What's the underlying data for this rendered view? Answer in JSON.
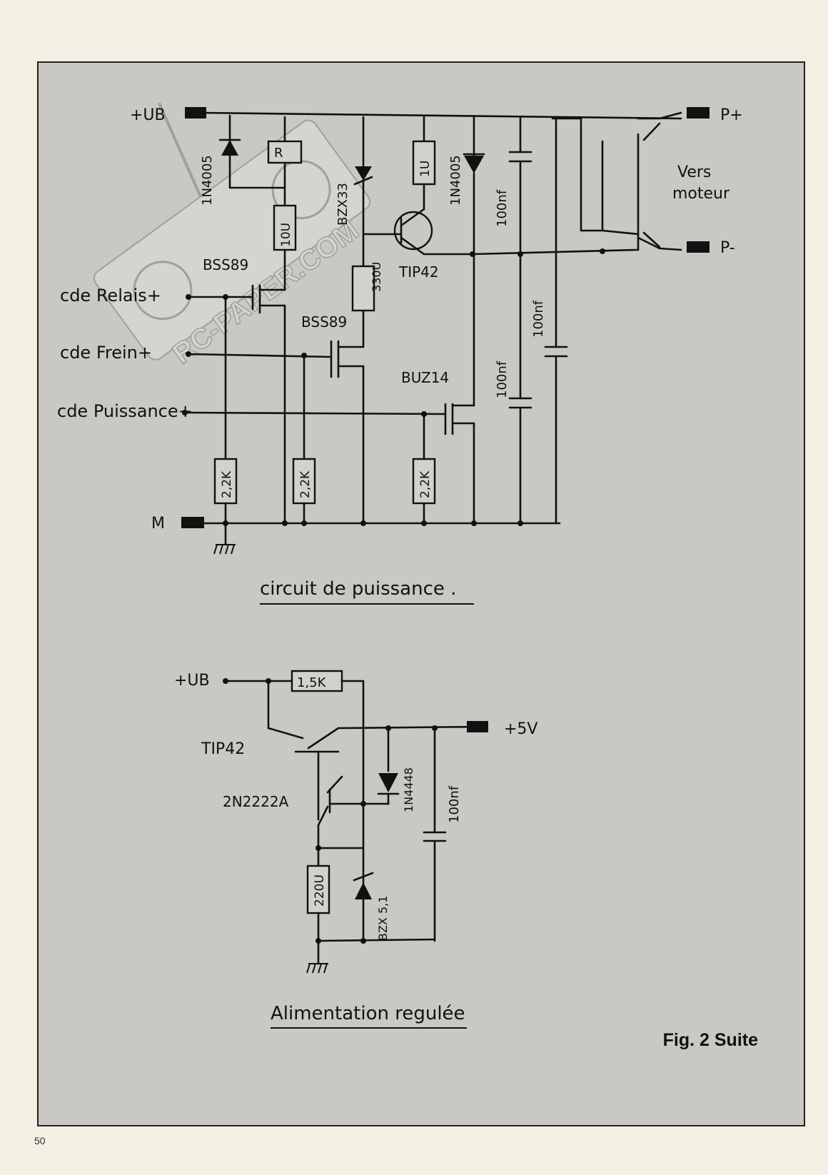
{
  "figure_caption": "Fig. 2 Suite",
  "page_number": "50",
  "watermark": {
    "text": "RC-PAPER.COM"
  },
  "power_circuit": {
    "title": "circuit de puissance .",
    "supply_label": "+UB",
    "ground_label": "M",
    "out_plus_label": "P+",
    "out_minus_label": "P-",
    "motor_label_line1": "Vers",
    "motor_label_line2": "moteur",
    "inputs": {
      "relay": "cde Relais+",
      "brake": "cde Frein+",
      "power": "cde Puissance+"
    },
    "components": {
      "d1": "1N4005",
      "relay_coil": "R",
      "r_10": "10U",
      "t_bss1": "BSS89",
      "zener": "BZX33",
      "r_1": "1U",
      "tip": "TIP42",
      "d2": "1N4005",
      "c1": "100nf",
      "r_330": "330U",
      "t_bss2": "BSS89",
      "buz": "BUZ14",
      "c2": "100nf",
      "c3": "100nf",
      "r_pd1": "2,2K",
      "r_pd2": "2,2K",
      "r_pd3": "2,2K"
    }
  },
  "regulator_circuit": {
    "title": "Alimentation regulée",
    "supply_label": "+UB",
    "out_label": "+5V",
    "components": {
      "r_15": "1,5K",
      "tip": "TIP42",
      "npn": "2N2222A",
      "diode": "1N4448",
      "cap": "100nf",
      "r_220": "220U",
      "zener": "BZX 5,1"
    }
  }
}
